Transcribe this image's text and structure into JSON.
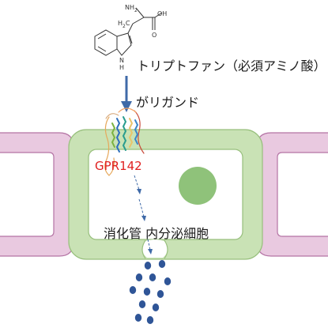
{
  "molecule": {
    "substituents": {
      "amine": "NH",
      "amine_sub": "2",
      "methylene": "H",
      "methylene_sub": "2",
      "methylene_c": "C",
      "hydroxyl": "OH",
      "carbonyl_o": "O",
      "indole_nh": "N",
      "indole_h": "H"
    }
  },
  "labels": {
    "tryptophan": "トリプトファン（必須アミノ酸）",
    "ligand": "がリガンド",
    "receptor": "GPR142",
    "cell": "消化管 内分泌細胞"
  },
  "colors": {
    "neighbor_cell_fill": "#e9c9e0",
    "neighbor_cell_stroke": "#b473a4",
    "center_cell_fill": "#c9e2b5",
    "center_cell_stroke": "#97bf7c",
    "nucleus": "#8fc27a",
    "arrow": "#3f6aa8",
    "granule": "#2f5597",
    "receptor_label": "#e02020"
  },
  "icons": {
    "receptor_structure": "protein-ribbon-icon",
    "granules": "secretory-granule-icon"
  }
}
